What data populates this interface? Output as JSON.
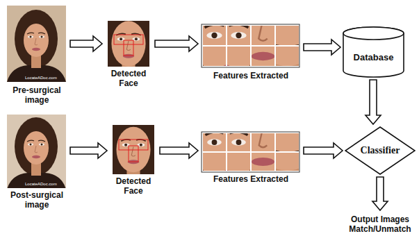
{
  "diagram": {
    "nodes": [
      {
        "text": [
          "Pre-surgical image"
        ]
      },
      {
        "text": [
          "Detected Face"
        ]
      },
      {
        "text": [
          "Features Extracted"
        ]
      },
      {
        "text": [
          "Database"
        ]
      },
      {
        "text": [
          "Post-surgical image"
        ]
      },
      {
        "text": [
          "Detected Face"
        ]
      },
      {
        "text": [
          "Features Extracted"
        ]
      },
      {
        "text": [
          "Classifier"
        ]
      },
      {
        "text": [
          "Output Images Match/Unmatch"
        ]
      }
    ],
    "edges": [
      {
        "from": 0,
        "to": 1,
        "arrow": "to"
      },
      {
        "from": 1,
        "to": 2,
        "arrow": "to"
      },
      {
        "from": 2,
        "to": 3,
        "arrow": "to"
      },
      {
        "from": 3,
        "to": 7,
        "arrow": "to"
      },
      {
        "from": 4,
        "to": 5,
        "arrow": "to"
      },
      {
        "from": 5,
        "to": 6,
        "arrow": "to"
      },
      {
        "from": 6,
        "to": 7,
        "arrow": "to"
      },
      {
        "from": 7,
        "to": 8,
        "arrow": "to"
      }
    ],
    "labels": [
      "LocateADoc.com",
      "LocateADoc.com"
    ]
  }
}
